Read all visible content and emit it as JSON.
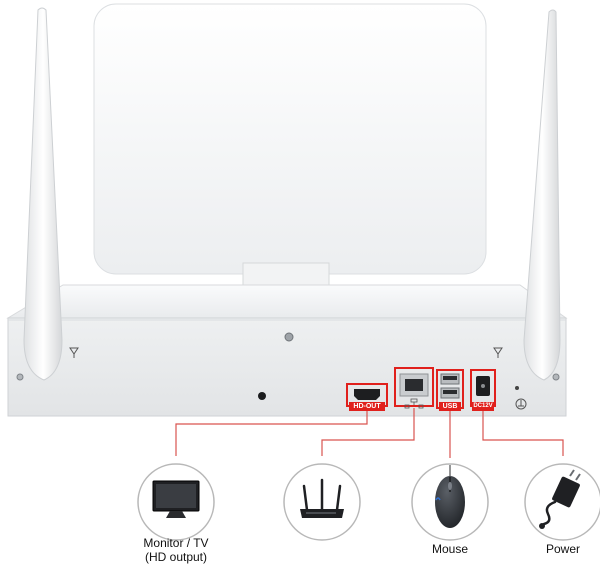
{
  "ports": {
    "hdmi_label": "HD-OUT",
    "usb_label": "USB",
    "dc_label": "DC12V"
  },
  "devices": [
    {
      "name": "monitor",
      "label": "Monitor / TV\n(HD output)"
    },
    {
      "name": "router",
      "label": ""
    },
    {
      "name": "mouse",
      "label": "Mouse"
    },
    {
      "name": "power",
      "label": "Power"
    }
  ],
  "colors": {
    "highlight": "#e0201c",
    "connector_line": "#d9534f",
    "device_body": "#f4f5f6",
    "circle_border": "#b8b8b8"
  },
  "icons": [
    "antenna-symbol-icon",
    "network-symbol-icon",
    "ground-symbol-icon"
  ]
}
